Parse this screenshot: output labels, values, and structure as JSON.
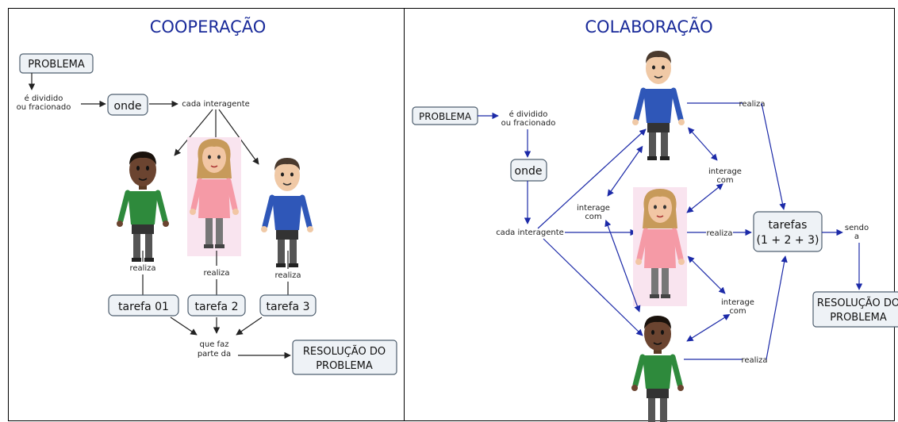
{
  "cooperacao": {
    "title": "COOPERAÇÃO",
    "problema": "PROBLEMA",
    "dividido_1": "é dividido",
    "dividido_2": "ou fracionado",
    "onde": "onde",
    "cada_interagente": "cada interagente",
    "realiza": "realiza",
    "tarefa_1": "tarefa 01",
    "tarefa_2": "tarefa 2",
    "tarefa_3": "tarefa 3",
    "que_faz_1": "que faz",
    "que_faz_2": "parte da",
    "resolucao_1": "RESOLUÇÃO DO",
    "resolucao_2": "PROBLEMA"
  },
  "colaboracao": {
    "title": "COLABORAÇÃO",
    "problema": "PROBLEMA",
    "dividido_1": "é dividido",
    "dividido_2": "ou fracionado",
    "onde": "onde",
    "cada_interagente": "cada interagente",
    "realiza": "realiza",
    "interage_1": "interage",
    "interage_2": "com",
    "tarefas_1": "tarefas",
    "tarefas_2": "(1 + 2 + 3)",
    "sendo_1": "sendo",
    "sendo_2": "a",
    "resolucao_1": "RESOLUÇÃO DO",
    "resolucao_2": "PROBLEMA"
  },
  "colors": {
    "title": "#1a2b9a",
    "blue_arrow": "#1c2aa8",
    "box_fill": "#eef2f6"
  }
}
